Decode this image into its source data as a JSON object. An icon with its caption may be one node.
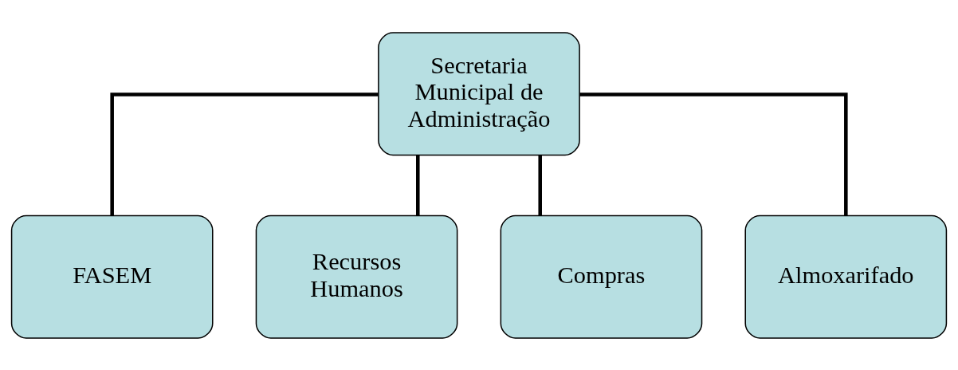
{
  "diagram": {
    "nodes": [
      {
        "text": [
          "Secretaria Municipal de Administração"
        ]
      },
      {
        "text": [
          "FASEM"
        ]
      },
      {
        "text": [
          "Recursos Humanos"
        ]
      },
      {
        "text": [
          "Compras"
        ]
      },
      {
        "text": [
          "Almoxarifado"
        ]
      }
    ],
    "edges": [
      {
        "from": 0,
        "to": 1,
        "arrow": "none"
      },
      {
        "from": 0,
        "to": 2,
        "arrow": "none"
      },
      {
        "from": 0,
        "to": 3,
        "arrow": "none"
      },
      {
        "from": 0,
        "to": 4,
        "arrow": "none"
      }
    ]
  }
}
